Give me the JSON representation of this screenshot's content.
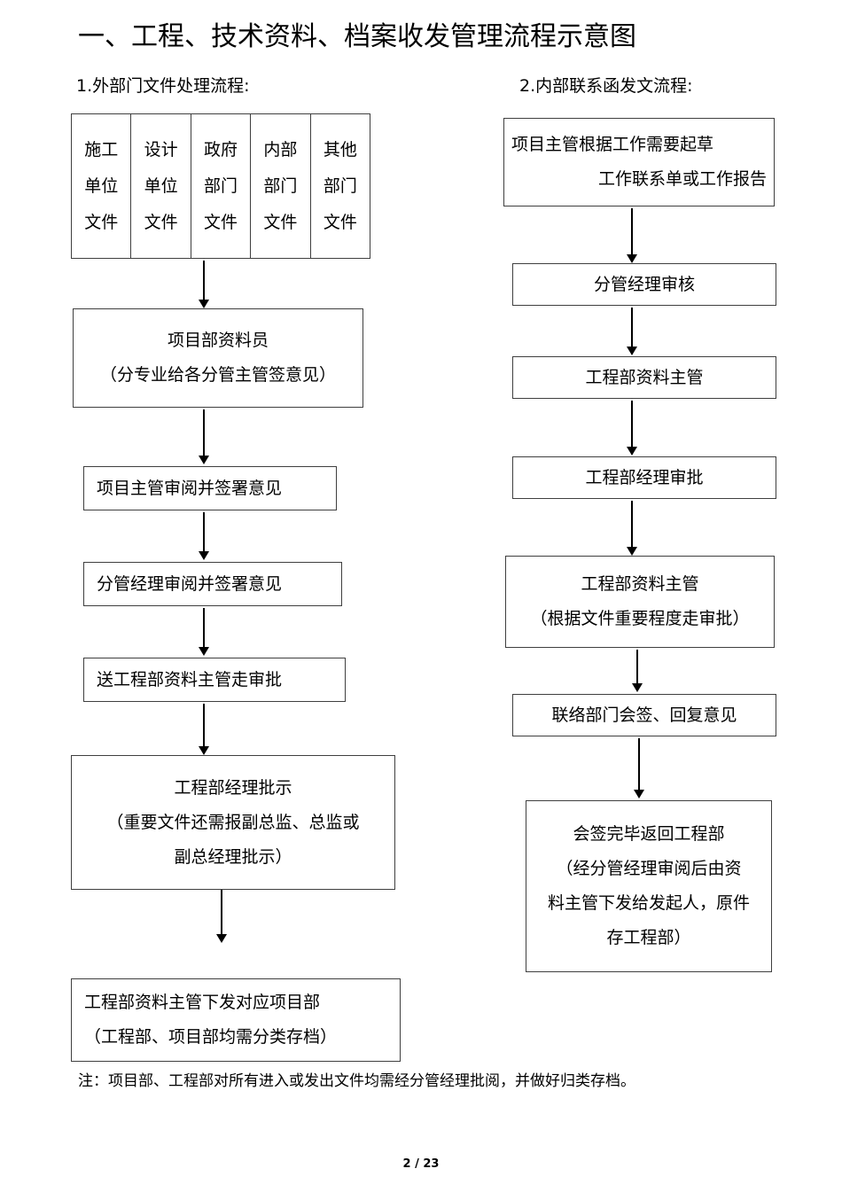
{
  "document": {
    "title": "一、工程、技术资料、档案收发管理流程示意图",
    "page_label": "2 / 23",
    "footnote": "注：项目部、工程部对所有进入或发出文件均需经分管经理批阅，并做好归类存档。",
    "text_color": "#000000",
    "border_color": "#3f3f3f",
    "background": "#ffffff"
  },
  "left_flow": {
    "heading": "1.外部门文件处理流程:",
    "source_table": {
      "cells": [
        {
          "lines": [
            "施工",
            "单位",
            "文件"
          ]
        },
        {
          "lines": [
            "设计",
            "单位",
            "文件"
          ]
        },
        {
          "lines": [
            "政府",
            "部门",
            "文件"
          ]
        },
        {
          "lines": [
            "内部",
            "部门",
            "文件"
          ]
        },
        {
          "lines": [
            "其他",
            "部门",
            "文件"
          ]
        }
      ]
    },
    "steps": [
      {
        "lines": [
          "项目部资料员",
          "（分专业给各分管主管签意见）"
        ]
      },
      {
        "lines": [
          "项目主管审阅并签署意见"
        ]
      },
      {
        "lines": [
          "分管经理审阅并签署意见"
        ]
      },
      {
        "lines": [
          "送工程部资料主管走审批"
        ]
      },
      {
        "lines": [
          "工程部经理批示",
          "（重要文件还需报副总监、总监或",
          "副总经理批示）"
        ]
      },
      {
        "lines": [
          "工程部资料主管下发对应项目部",
          "（工程部、项目部均需分类存档）"
        ]
      }
    ]
  },
  "right_flow": {
    "heading": "2.内部联系函发文流程:",
    "steps": [
      {
        "lines": [
          "项目主管根据工作需要起草",
          "工作联系单或工作报告"
        ]
      },
      {
        "lines": [
          "分管经理审核"
        ]
      },
      {
        "lines": [
          "工程部资料主管"
        ]
      },
      {
        "lines": [
          "工程部经理审批"
        ]
      },
      {
        "lines": [
          "工程部资料主管",
          "（根据文件重要程度走审批）"
        ]
      },
      {
        "lines": [
          "联络部门会签、回复意见"
        ]
      },
      {
        "lines": [
          "会签完毕返回工程部",
          "（经分管经理审阅后由资",
          "料主管下发给发起人，原件",
          "存工程部）"
        ]
      }
    ]
  }
}
